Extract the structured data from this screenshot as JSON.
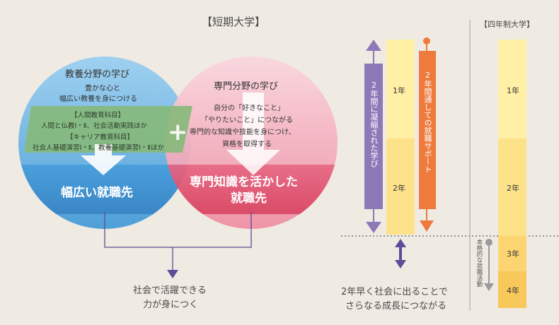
{
  "junior_college": {
    "header": "【短期大学】",
    "liberal_arts": {
      "title": "教養分野の学び",
      "desc_line1": "豊かな心と",
      "desc_line2": "幅広い教養を身につける",
      "course1_title": "【人間教育科目】",
      "course1_body": "人間と仏教Ⅰ・Ⅱ、社会活動実践ほか",
      "course2_title": "【キャリア教育科目】",
      "course2_body": "社会人基礎演習Ⅰ・Ⅱ、教養基礎演習Ⅰ・Ⅱほか",
      "result": "幅広い就職先"
    },
    "plus_sign": "+",
    "specialized": {
      "title": "専門分野の学び",
      "desc_line1": "自分の「好きなこと」",
      "desc_line2": "「やりたいこと」につながる",
      "desc_line3": "専門的な知識や技能を身につけ、",
      "desc_line4": "資格を取得する",
      "result_line1": "専門知識を活かした",
      "result_line2": "就職先"
    },
    "bottom_caption_line1": "社会で活躍できる",
    "bottom_caption_line2": "力が身につく"
  },
  "timeline": {
    "condensed_label": "2年間に凝縮された学び",
    "junior_year1": "1年",
    "junior_year2": "2年",
    "support_label": "2年間通しての就職サポート",
    "caption_line1": "2年早く社会に出ることで",
    "caption_line2": "さらなる成長につながる"
  },
  "four_year": {
    "header": "【四年制大学】",
    "year1": "1年",
    "year2": "2年",
    "year3": "3年",
    "year4": "4年",
    "job_hunting_label": "本格的な就職活動"
  },
  "colors": {
    "background": "#efeae2",
    "blue_circle": "#5aa9dc",
    "pink_circle": "#e87f96",
    "green_band": "#86b979",
    "purple": "#8d78b8",
    "orange": "#ee7a3c",
    "light_yellow": "#fff0a6",
    "yellow": "#fde28a",
    "gold": "#f8c95a",
    "dark_purple": "#5b4d98"
  }
}
